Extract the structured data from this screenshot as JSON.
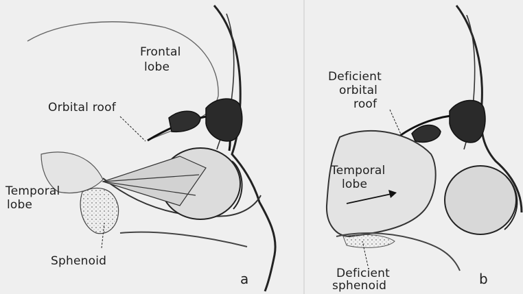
{
  "panel_a": {
    "letter": "a",
    "labels": {
      "frontal_1": "Frontal",
      "frontal_2": "lobe",
      "orbital_roof": "Orbital roof",
      "temporal_1": "Temporal",
      "temporal_2": "lobe",
      "sphenoid": "Sphenoid"
    }
  },
  "panel_b": {
    "letter": "b",
    "labels": {
      "deficient_1": "Deficient",
      "orbital_2": "orbital",
      "roof_3": "roof",
      "temporal_1": "Temporal",
      "temporal_2": "lobe",
      "deficient_sph_1": "Deficient",
      "deficient_sph_2": "sphenoid"
    }
  }
}
